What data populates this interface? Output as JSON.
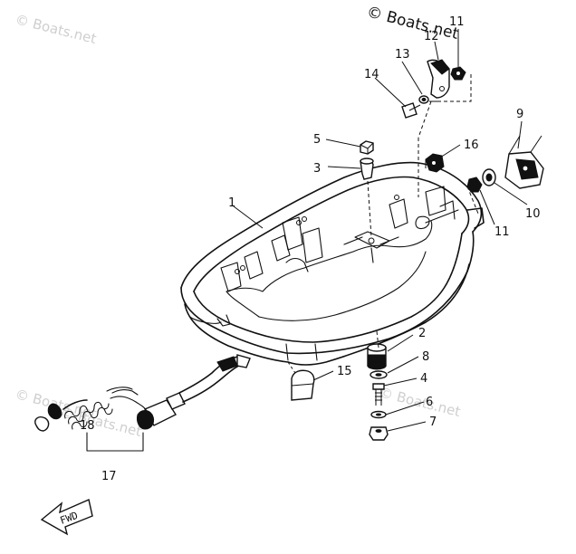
{
  "watermarks": {
    "top_left": "© Boats.net",
    "top_right": "© Boats.net",
    "mid_left": "© Boats.net",
    "mid_center": "© Boats.net",
    "mid_right": "© Boats.net"
  },
  "fwd_label": "FWD",
  "callouts": {
    "c1": "1",
    "c2": "2",
    "c3": "3",
    "c4": "4",
    "c5": "5",
    "c6": "6",
    "c7": "7",
    "c8": "8",
    "c9": "9",
    "c10": "10",
    "c11a": "11",
    "c11b": "11",
    "c12": "12",
    "c13": "13",
    "c14": "14",
    "c15": "15",
    "c16": "16",
    "c17": "17",
    "c18": "18"
  }
}
